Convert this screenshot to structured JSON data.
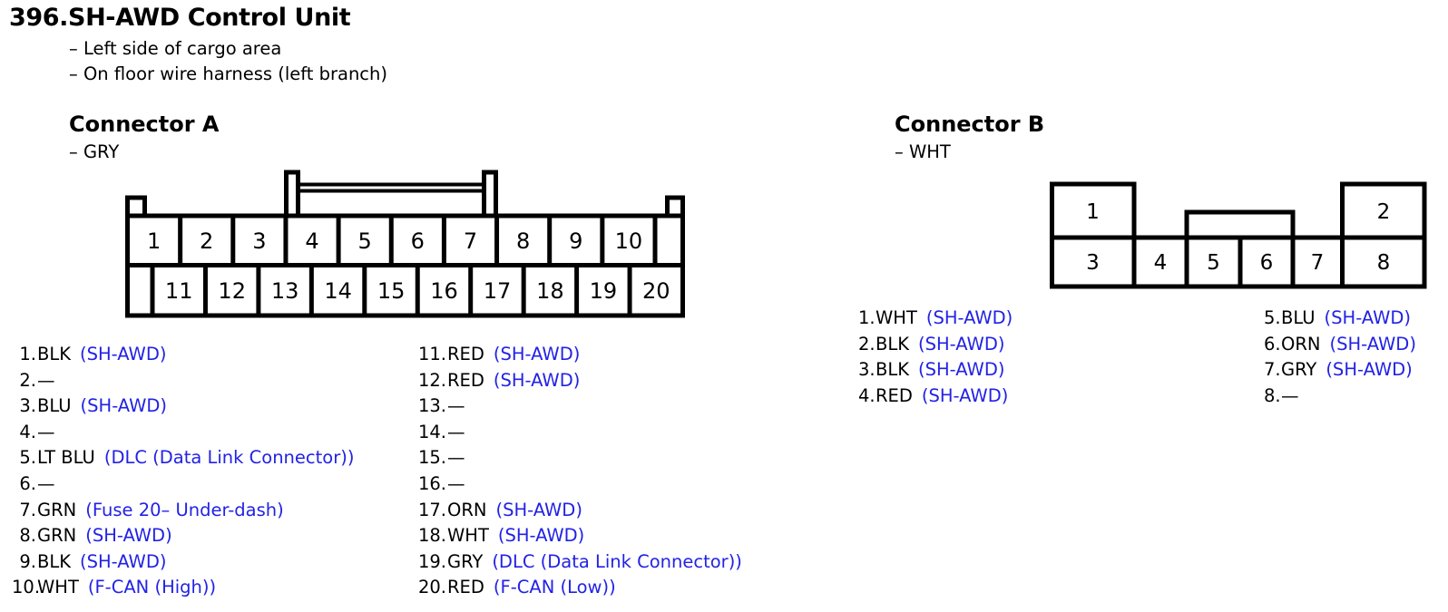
{
  "page": {
    "title": "396.SH-AWD Control Unit",
    "notes": [
      "– Left side of cargo area",
      "– On floor wire harness (left branch)"
    ]
  },
  "colors": {
    "signal_blue": "#2222e6",
    "text_black": "#000000",
    "background": "#ffffff"
  },
  "connector_a": {
    "heading": "Connector A",
    "color_note": "– GRY",
    "cavity_top_row": [
      "1",
      "2",
      "3",
      "4",
      "5",
      "6",
      "7",
      "8",
      "9",
      "10"
    ],
    "cavity_bottom_row": [
      "11",
      "12",
      "13",
      "14",
      "15",
      "16",
      "17",
      "18",
      "19",
      "20"
    ],
    "pins_left": [
      {
        "num": "1.",
        "wire": "BLK",
        "signal": "(SH-AWD)"
      },
      {
        "num": "2.",
        "wire": "—",
        "signal": ""
      },
      {
        "num": "3.",
        "wire": "BLU",
        "signal": "(SH-AWD)"
      },
      {
        "num": "4.",
        "wire": "—",
        "signal": ""
      },
      {
        "num": "5.",
        "wire": "LT BLU",
        "signal": "(DLC (Data Link Connector))"
      },
      {
        "num": "6.",
        "wire": "—",
        "signal": ""
      },
      {
        "num": "7.",
        "wire": "GRN",
        "signal": "(Fuse 20– Under-dash)"
      },
      {
        "num": "8.",
        "wire": "GRN",
        "signal": "(SH-AWD)"
      },
      {
        "num": "9.",
        "wire": "BLK",
        "signal": "(SH-AWD)"
      },
      {
        "num": "10.",
        "wire": "WHT",
        "signal": "(F-CAN (High))"
      }
    ],
    "pins_right": [
      {
        "num": "11.",
        "wire": "RED",
        "signal": "(SH-AWD)"
      },
      {
        "num": "12.",
        "wire": "RED",
        "signal": "(SH-AWD)"
      },
      {
        "num": "13.",
        "wire": "—",
        "signal": ""
      },
      {
        "num": "14.",
        "wire": "—",
        "signal": ""
      },
      {
        "num": "15.",
        "wire": "—",
        "signal": ""
      },
      {
        "num": "16.",
        "wire": "—",
        "signal": ""
      },
      {
        "num": "17.",
        "wire": "ORN",
        "signal": "(SH-AWD)"
      },
      {
        "num": "18.",
        "wire": "WHT",
        "signal": "(SH-AWD)"
      },
      {
        "num": "19.",
        "wire": "GRY",
        "signal": "(DLC (Data Link Connector))"
      },
      {
        "num": "20.",
        "wire": "RED",
        "signal": "(F-CAN (Low))"
      }
    ]
  },
  "connector_b": {
    "heading": "Connector B",
    "color_note": "– WHT",
    "cavity_top_row": [
      "1",
      "2"
    ],
    "cavity_bottom_row": [
      "3",
      "4",
      "5",
      "6",
      "7",
      "8"
    ],
    "pins_left": [
      {
        "num": "1.",
        "wire": "WHT",
        "signal": "(SH-AWD)"
      },
      {
        "num": "2.",
        "wire": "BLK",
        "signal": "(SH-AWD)"
      },
      {
        "num": "3.",
        "wire": "BLK",
        "signal": "(SH-AWD)"
      },
      {
        "num": "4.",
        "wire": "RED",
        "signal": "(SH-AWD)"
      }
    ],
    "pins_right": [
      {
        "num": "5.",
        "wire": "BLU",
        "signal": "(SH-AWD)"
      },
      {
        "num": "6.",
        "wire": "ORN",
        "signal": "(SH-AWD)"
      },
      {
        "num": "7.",
        "wire": "GRY",
        "signal": "(SH-AWD)"
      },
      {
        "num": "8.",
        "wire": "—",
        "signal": ""
      }
    ]
  }
}
